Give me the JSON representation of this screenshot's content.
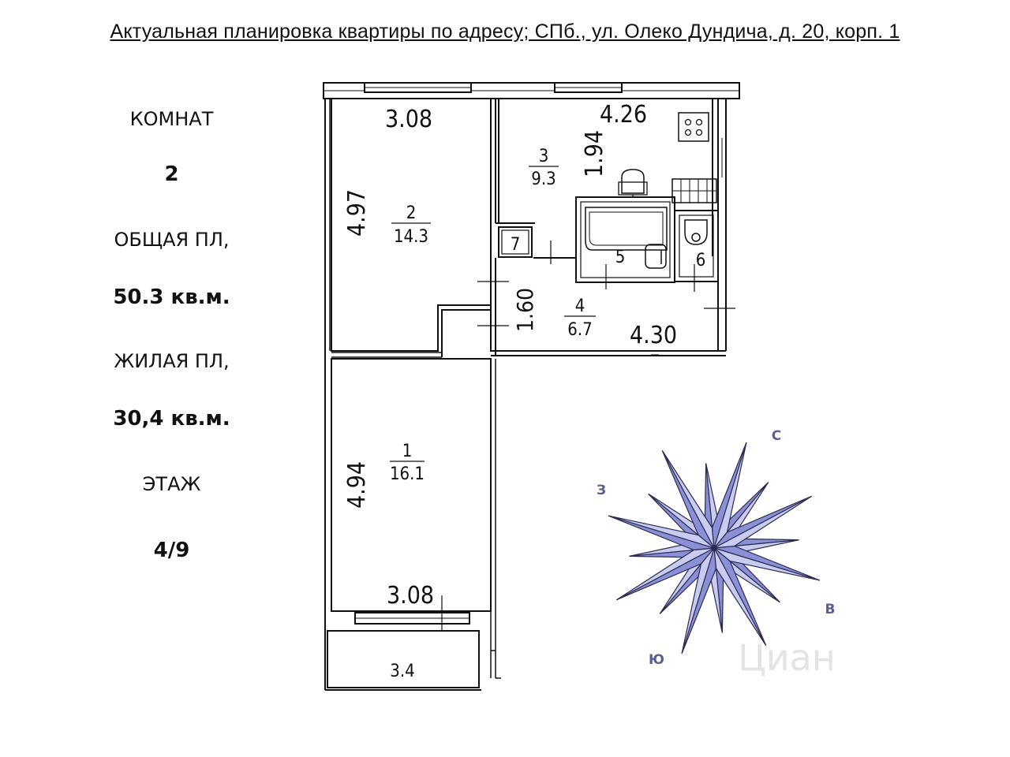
{
  "title": "Актуальная планировка квартиры по адресу; СПб., ул. Олеко Дундича, д. 20, корп. 1",
  "info": {
    "rooms_label": "КОМНАТ",
    "rooms_value": "2",
    "total_area_label": "ОБЩАЯ ПЛ,",
    "total_area_value": "50.3 кв.м.",
    "living_area_label": "ЖИЛАЯ ПЛ,",
    "living_area_value": "30,4 кв.м.",
    "floor_label": "ЭТАЖ",
    "floor_value": "4/9"
  },
  "plan": {
    "room2": {
      "number": "2",
      "area": "14.3",
      "width": "3.08",
      "length": "4.97"
    },
    "room3": {
      "number": "3",
      "area": "9.3",
      "width": "4.26",
      "length": "1.94"
    },
    "room1": {
      "number": "1",
      "area": "16.1",
      "width": "3.08",
      "length": "4.94"
    },
    "room4": {
      "number": "4",
      "area": "6.7",
      "length": "4.30",
      "width": "1.60"
    },
    "room5": {
      "number": "5"
    },
    "room6": {
      "number": "6"
    },
    "room7": {
      "number": "7"
    },
    "balcony": {
      "size": "3.4"
    }
  },
  "compass": {
    "north": "С",
    "south": "Ю",
    "east": "В",
    "west": "З"
  },
  "watermark": "Циан",
  "colors": {
    "rose_fill": "#8b90d6",
    "rose_light": "#c9ccf0",
    "rose_stroke": "#2a2d52",
    "compass_letters": "#5b5f8f"
  }
}
